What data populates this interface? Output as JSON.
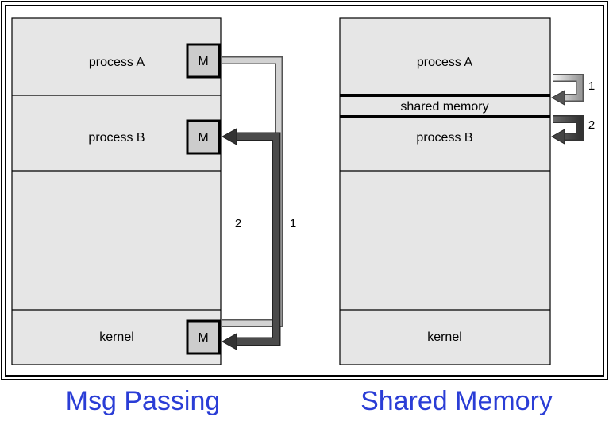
{
  "msg_passing": {
    "process_a": "process A",
    "process_b": "process B",
    "kernel": "kernel",
    "message_box": "M",
    "arrow_1": "1",
    "arrow_2": "2"
  },
  "shared_memory": {
    "process_a": "process A",
    "shared_region": "shared memory",
    "process_b": "process B",
    "kernel": "kernel",
    "arrow_1": "1",
    "arrow_2": "2"
  },
  "captions": {
    "left": "Msg Passing",
    "right": "Shared Memory"
  },
  "colors": {
    "caption": "#2a3dd6",
    "segment_fill": "#e6e6e6",
    "message_box_fill": "#cccccc",
    "arrow_light": "#c8c8c8",
    "arrow_dark": "#4a4a4a"
  }
}
